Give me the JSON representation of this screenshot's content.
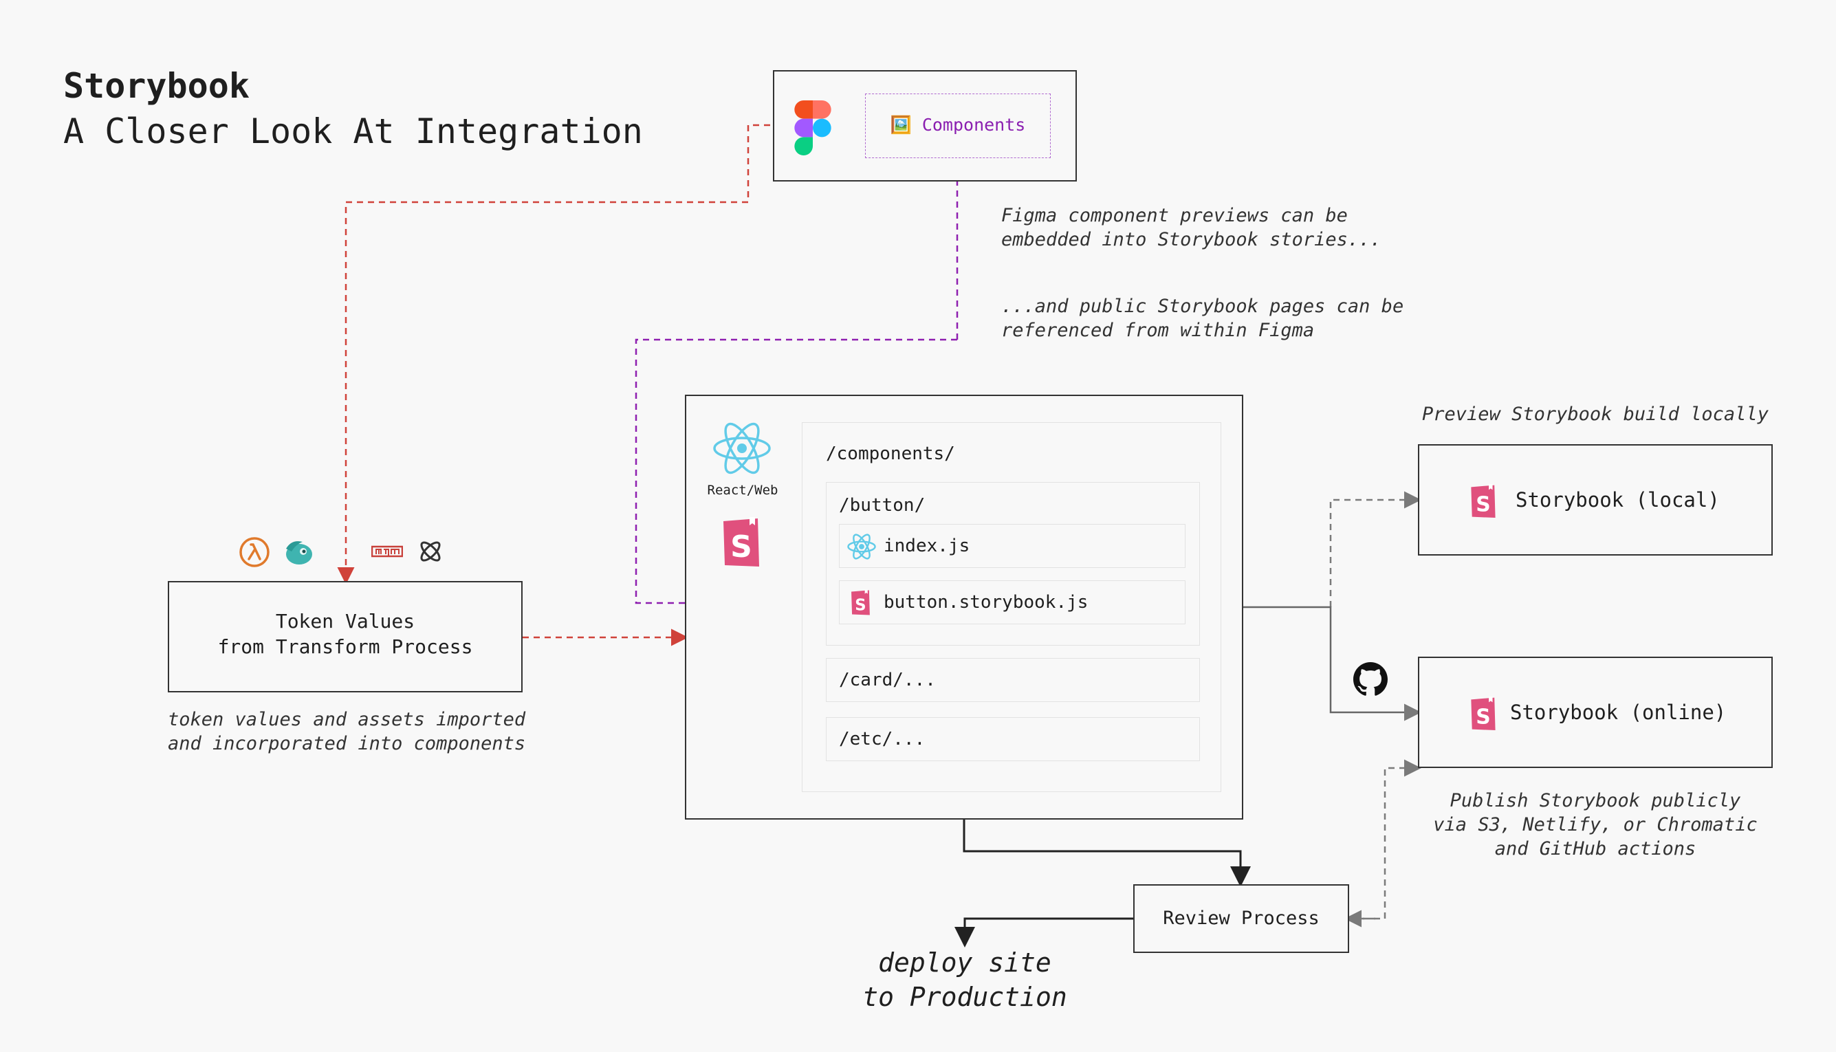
{
  "header": {
    "title": "Storybook",
    "subtitle": "A Closer Look At Integration"
  },
  "figma": {
    "icon": "figma-logo-icon",
    "components_label": "🖼️ Components"
  },
  "notes": {
    "figma_embed": "Figma component previews can be\nembedded into Storybook stories...",
    "figma_reference": "...and public Storybook pages can be\nreferenced from within Figma",
    "token_note": "token values and assets imported\nand incorporated into components",
    "preview_local": "Preview Storybook build locally",
    "publish": "Publish Storybook publicly\nvia S3, Netlify, or Chromatic\nand GitHub actions"
  },
  "token": {
    "label_line1": "Token Values",
    "label_line2": "from Transform Process",
    "icons": [
      "lambda-icon",
      "chameleon-icon",
      "npm-icon",
      "theo-icon"
    ]
  },
  "repo": {
    "react_label": "React/Web",
    "components_dir": "/components/",
    "button_dir": "/button/",
    "index_file": "index.js",
    "story_file": "button.storybook.js",
    "card_dir": "/card/...",
    "etc_dir": "/etc/..."
  },
  "storybook_local": {
    "label": "Storybook (local)"
  },
  "storybook_online": {
    "label": "Storybook (online)"
  },
  "review": {
    "label": "Review Process"
  },
  "deploy": {
    "line1": "deploy site",
    "line2": "to Production"
  },
  "colors": {
    "red_dash": "#d0423a",
    "purple_dash": "#8e1fb0",
    "grey_dash": "#7a7a7a",
    "storybook_pink": "#e0507d",
    "react_blue": "#61cbe8",
    "components_purple": "#8a1fb0"
  }
}
